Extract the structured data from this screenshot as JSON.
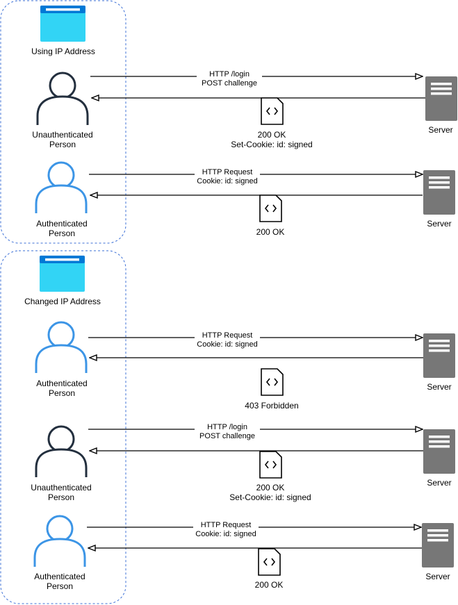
{
  "groups": [
    {
      "browser_label": "Using IP Address",
      "rows": [
        {
          "person": [
            "Unauthenticated",
            "Person"
          ],
          "state": "unauth",
          "request": [
            "HTTP /login",
            "POST challenge"
          ],
          "response": [
            "200 OK",
            "Set-Cookie: id: signed"
          ],
          "server": "Server"
        },
        {
          "person": [
            "Authenticated",
            "Person"
          ],
          "state": "auth",
          "request": [
            "HTTP Request",
            "Cookie: id: signed"
          ],
          "response": [
            "200 OK"
          ],
          "server": "Server"
        }
      ]
    },
    {
      "browser_label": "Changed IP Address",
      "rows": [
        {
          "person": [
            "Authenticated",
            "Person"
          ],
          "state": "auth",
          "request": [
            "HTTP Request",
            "Cookie: id: signed"
          ],
          "response": [
            "403 Forbidden"
          ],
          "server": "Server"
        },
        {
          "person": [
            "Unauthenticated",
            "Person"
          ],
          "state": "unauth",
          "request": [
            "HTTP /login",
            "POST challenge"
          ],
          "response": [
            "200 OK",
            "Set-Cookie: id: signed"
          ],
          "server": "Server"
        },
        {
          "person": [
            "Authenticated",
            "Person"
          ],
          "state": "auth",
          "request": [
            "HTTP Request",
            "Cookie: id: signed"
          ],
          "response": [
            "200 OK"
          ],
          "server": "Server"
        }
      ]
    }
  ],
  "icons": {
    "browser": "browser-window-icon",
    "person": "person-icon",
    "server": "server-icon",
    "document": "code-document-icon"
  },
  "colors": {
    "group_border": "#3b6fd6",
    "browser_top": "#0079d6",
    "browser_body": "#32d4f5",
    "unauth_person": "#232f3e",
    "auth_person": "#3c95e6",
    "server_body": "#777777",
    "server_lines": "#ffffff",
    "arrow": "#000000"
  }
}
